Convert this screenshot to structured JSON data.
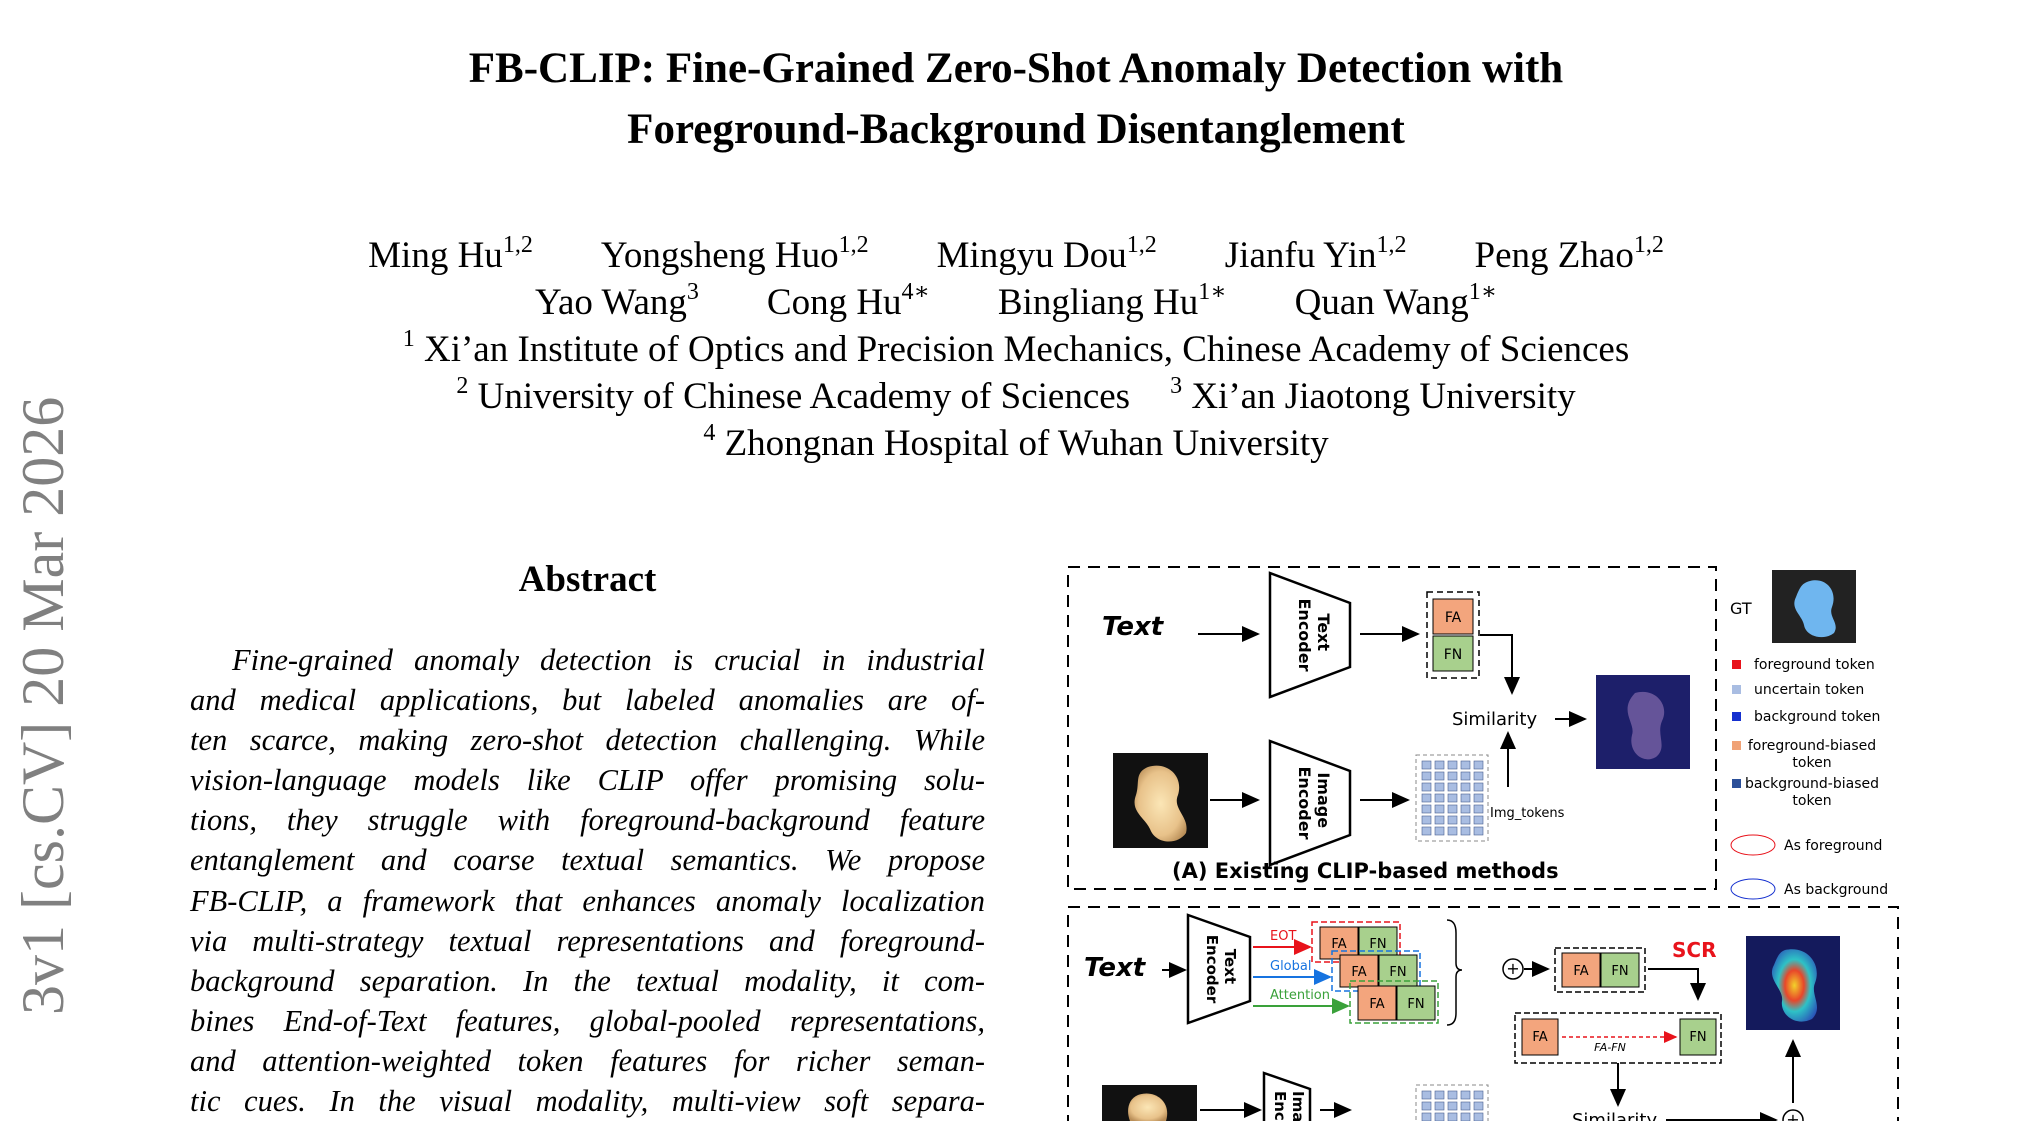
{
  "paper": {
    "title_line1": "FB-CLIP: Fine-Grained Zero-Shot Anomaly Detection with",
    "title_line2": "Foreground-Background Disentanglement",
    "authors_row1": [
      {
        "name": "Ming Hu",
        "sup": "1,2"
      },
      {
        "name": "Yongsheng Huo",
        "sup": "1,2"
      },
      {
        "name": "Mingyu Dou",
        "sup": "1,2"
      },
      {
        "name": "Jianfu Yin",
        "sup": "1,2"
      },
      {
        "name": "Peng Zhao",
        "sup": "1,2"
      }
    ],
    "authors_row2": [
      {
        "name": "Yao Wang",
        "sup": "3"
      },
      {
        "name": "Cong Hu",
        "sup": "4∗"
      },
      {
        "name": "Bingliang Hu",
        "sup": "1∗"
      },
      {
        "name": "Quan Wang",
        "sup": "1∗"
      }
    ],
    "affiliations": [
      {
        "sup": "1",
        "text": "Xi’an Institute of Optics and Precision Mechanics, Chinese Academy of Sciences"
      },
      {
        "sup": "2",
        "text": "University of Chinese Academy of Sciences"
      },
      {
        "sup": "3",
        "text": "Xi’an Jiaotong University"
      },
      {
        "sup": "4",
        "text": "Zhongnan Hospital of Wuhan University"
      }
    ],
    "arxiv_stamp": "3v1  [cs.CV]  20 Mar 2026",
    "abstract_heading": "Abstract",
    "abstract_lines": [
      "Fine-grained anomaly detection is crucial in industrial",
      "and medical applications, but labeled anomalies are of-",
      "ten scarce, making zero-shot detection challenging. While",
      "vision-language models like CLIP offer promising solu-",
      "tions, they struggle with foreground-background feature",
      "entanglement and coarse textual semantics.  We propose",
      "FB-CLIP, a framework that enhances anomaly localization",
      "via multi-strategy textual representations and foreground-",
      "background separation.  In the textual modality, it com-",
      "bines End-of-Text features, global-pooled representations,",
      "and attention-weighted token features for richer seman-",
      "tic cues.  In the visual modality, multi-view soft separa-"
    ]
  },
  "figure": {
    "panel_a": {
      "text_label": "Text",
      "text_encoder": [
        "Text",
        "Encoder"
      ],
      "image_encoder": [
        "Image",
        "Encoder"
      ],
      "fa": "FA",
      "fn": "FN",
      "similarity": "Similarity",
      "img_tokens": "Img_tokens",
      "caption": "(A) Existing CLIP-based methods"
    },
    "legend": {
      "gt": "GT",
      "items": [
        {
          "label": "foreground token",
          "color": "#e8131b"
        },
        {
          "label": "uncertain token",
          "color": "#a9bde2"
        },
        {
          "label": "background token",
          "color": "#1530cf"
        },
        {
          "label": "foreground-biased token",
          "color": "#f0a276"
        },
        {
          "label": "background-biased token",
          "color": "#2b4f99"
        }
      ],
      "as_foreground": "As foreground",
      "as_background": "As background"
    },
    "panel_b": {
      "text_label": "Text",
      "text_encoder": [
        "Text",
        "Encoder"
      ],
      "image_encoder": [
        "Image",
        "Encoder"
      ],
      "eot": "EOT",
      "global": "Global",
      "attention": "Attention",
      "scr": "SCR",
      "fa": "FA",
      "fn": "FN",
      "fa_fn": "FA-FN",
      "similarity": "Similarity"
    },
    "colors": {
      "fa_fill": "#f3a57d",
      "fn_fill": "#a8d08d",
      "eot_red": "#e8131b",
      "global_blue": "#1673e0",
      "attention_green": "#3aa13a"
    }
  }
}
